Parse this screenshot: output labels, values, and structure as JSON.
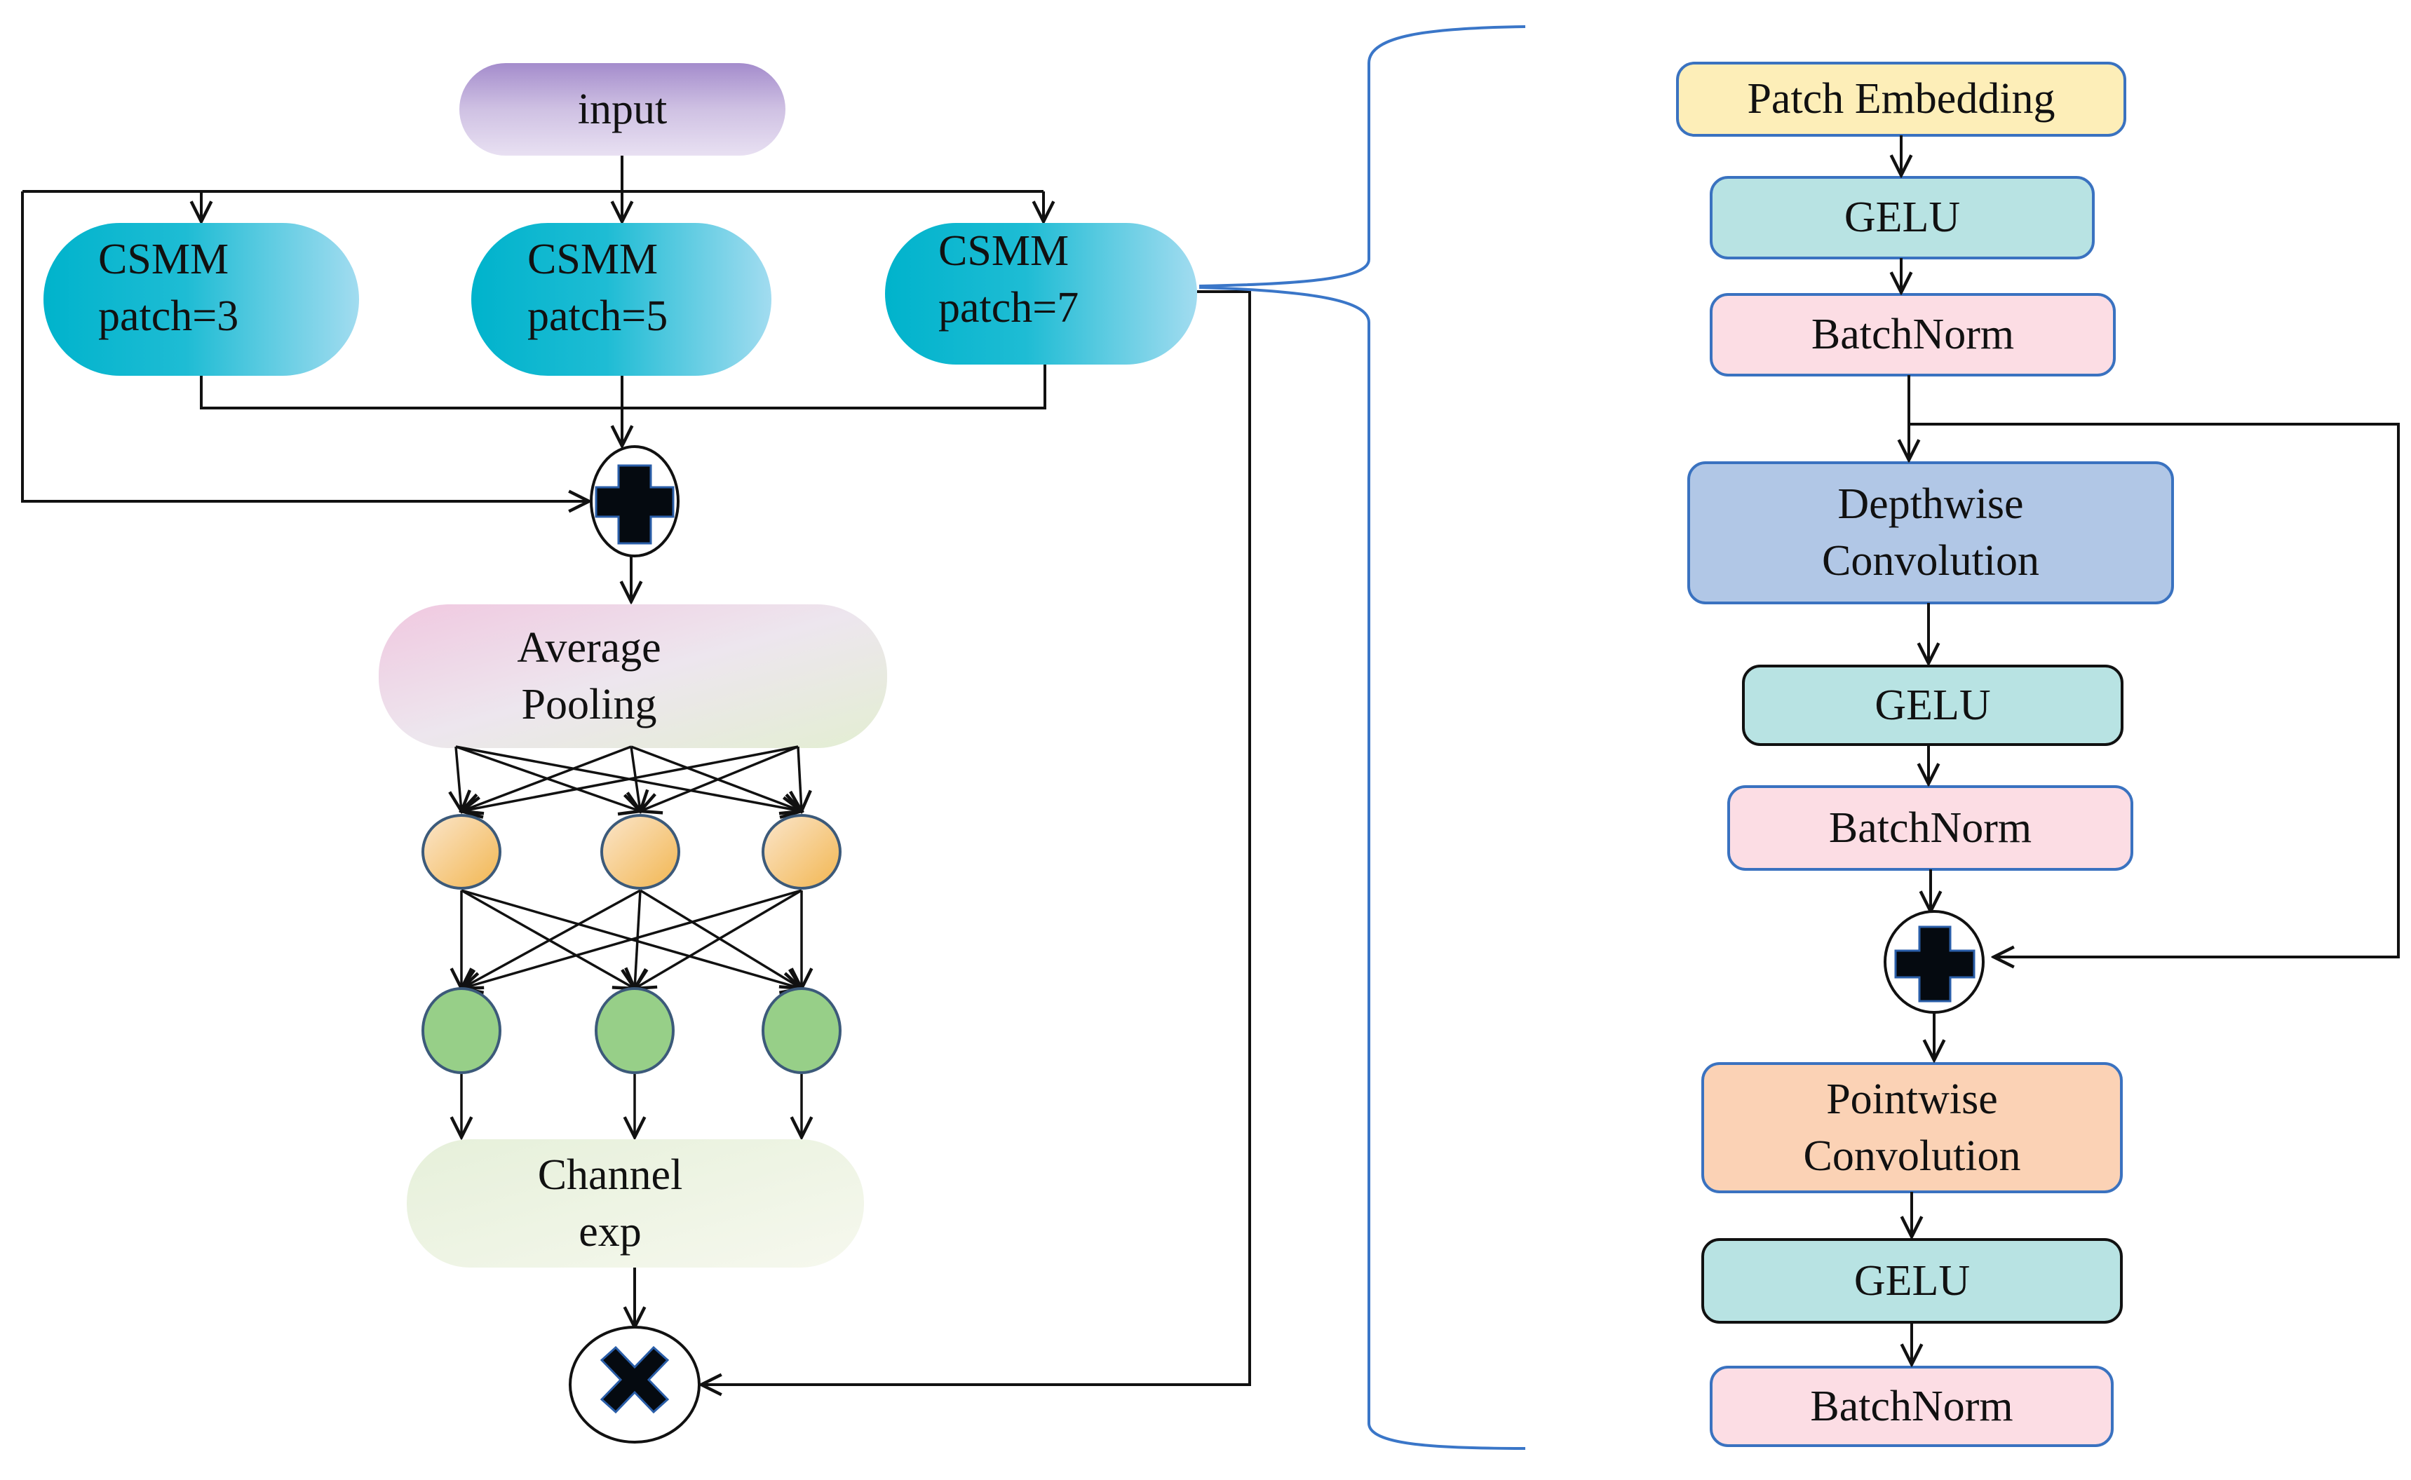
{
  "left_module": {
    "input": "input",
    "branches": [
      {
        "name": "CSMM",
        "param": "patch=3"
      },
      {
        "name": "CSMM",
        "param": "patch=5"
      },
      {
        "name": "CSMM",
        "param": "patch=7"
      }
    ],
    "add_op": "plus-icon",
    "pooling": "Average\nPooling",
    "hidden_layer_nodes": 3,
    "output_layer_nodes": 3,
    "channel": "Channel\nexp",
    "multiply_op": "multiply-icon"
  },
  "right_module": {
    "blocks": [
      {
        "label": "Patch Embedding",
        "kind": "embedding"
      },
      {
        "label": "GELU",
        "kind": "activation"
      },
      {
        "label": "BatchNorm",
        "kind": "norm"
      },
      {
        "label": "Depthwise\nConvolution",
        "kind": "depthwise"
      },
      {
        "label": "GELU",
        "kind": "activation"
      },
      {
        "label": "BatchNorm",
        "kind": "norm"
      },
      {
        "label": "Pointwise\nConvolution",
        "kind": "pointwise"
      },
      {
        "label": "GELU",
        "kind": "activation"
      },
      {
        "label": "BatchNorm",
        "kind": "norm"
      }
    ],
    "add_op": "plus-icon"
  },
  "colors": {
    "input_top": "#a48ccc",
    "input_bottom": "#e6ddf0",
    "csmm_dark": "#00b3cc",
    "csmm_light": "#9fdcf0",
    "pool_left": "#f0cce2",
    "pool_right": "#e6efd6",
    "channel": "#eef5e2",
    "orange_node": "#f5c77a",
    "green_node": "#97cf88",
    "node_stroke": "#3c5a7a",
    "embedding": "#fdeeb8",
    "activation": "#b8e3e3",
    "norm": "#fcdde4",
    "depthwise": "#b1c7e6",
    "pointwise": "#fbd2b5",
    "box_stroke": "#3a72c0",
    "brace": "#3a76c8"
  }
}
